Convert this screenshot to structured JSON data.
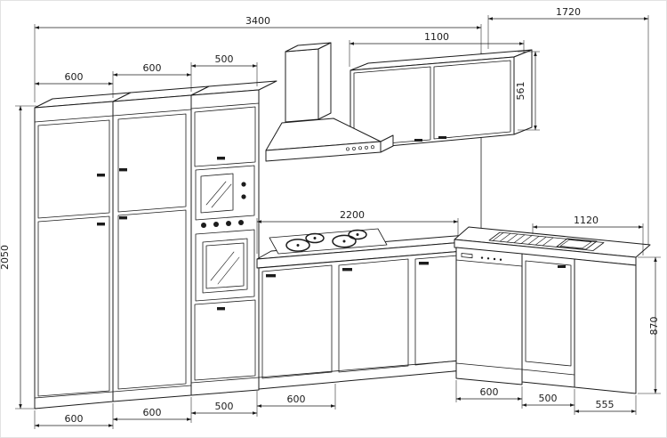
{
  "drawing": {
    "kind": "kitchen-cabinet-perspective-drawing",
    "line_color": "#1c1c1c",
    "background_color": "#ffffff",
    "components": [
      "tall-cabinet",
      "tall-cabinet",
      "oven-tower-with-microwave-and-oven",
      "range-hood",
      "wall-cabinets",
      "cooktop",
      "base-cabinets",
      "sink-with-drainer",
      "dishwasher",
      "sink-base-cabinet",
      "end-panel"
    ]
  },
  "dims": {
    "total_width": "3400",
    "right_total": "1720",
    "wall_cab_width": "1100",
    "wall_cab_height": "561",
    "top_unit1": "600",
    "top_unit2": "600",
    "top_unit3": "500",
    "total_height": "2050",
    "counter_run": "2200",
    "right_counter": "1120",
    "base_height": "870",
    "bottom_unit1": "600",
    "bottom_unit2": "600",
    "bottom_unit3": "500",
    "bottom_unit4": "600",
    "right_unit1": "600",
    "right_unit2": "500",
    "right_unit3": "555"
  }
}
